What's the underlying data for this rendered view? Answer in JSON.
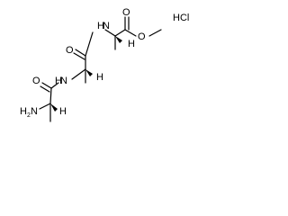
{
  "molecule": {
    "labels": {
      "salt": "HCl",
      "ester_oxygen": "O",
      "methoxy_oxygen": "O",
      "amide_oxygen_1": "O",
      "amide_oxygen_2": "O",
      "amide_nh_1": "H",
      "amide_n_1": "N",
      "amide_nh_2": "H",
      "amide_n_2": "N",
      "amine_h": "H",
      "amine_h_sub": "2",
      "amine_n": "N",
      "stereo_h_1": "H",
      "stereo_h_2": "H",
      "stereo_h_3": "H"
    },
    "colors": {
      "bond": "#000000",
      "label": "#000000",
      "background": "#ffffff"
    }
  }
}
